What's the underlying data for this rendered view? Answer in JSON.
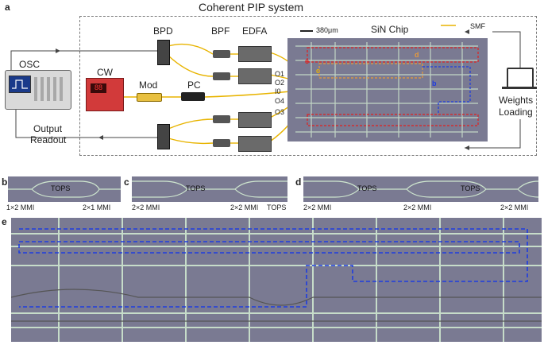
{
  "panels": {
    "a": "a",
    "b": "b",
    "c": "c",
    "d": "d",
    "e": "e"
  },
  "title": "Coherent PIP system",
  "components": {
    "osc": "OSC",
    "cw": "CW",
    "mod": "Mod",
    "pc": "PC",
    "bpd": "BPD",
    "bpf": "BPF",
    "edfa": "EDFA",
    "chip": "SiN Chip",
    "laptop_line1": "Weights",
    "laptop_line2": "Loading",
    "output_line1": "Output",
    "output_line2": "Readout"
  },
  "scale_bar": "380μm",
  "legend_smf": "SMF",
  "ports": {
    "o1": "O1",
    "o2": "O2",
    "i0": "I0",
    "o4": "O4",
    "o3": "O3"
  },
  "chip_marks": {
    "b": "b",
    "c": "c",
    "d": "d",
    "e": "e"
  },
  "panel_b": {
    "tops": "TOPS",
    "mmi_left": "1×2 MMI",
    "mmi_right": "2×1 MMI"
  },
  "panel_c": {
    "tops": "TOPS",
    "mmi_left": "2×2 MMI",
    "mmi_right": "2×2 MMI",
    "tops2": "TOPS"
  },
  "panel_d": {
    "tops1": "TOPS",
    "tops2": "TOPS",
    "mmi1": "2×2 MMI",
    "mmi2": "2×2 MMI",
    "mmi3": "2×2 MMI"
  },
  "colors": {
    "fiber": "#e8b400",
    "chip_bg": "#7a7a92",
    "route_red": "#e02020",
    "route_blue": "#1e3ce0",
    "route_orange": "#e89a3a",
    "metal": "#cfe7cf"
  }
}
